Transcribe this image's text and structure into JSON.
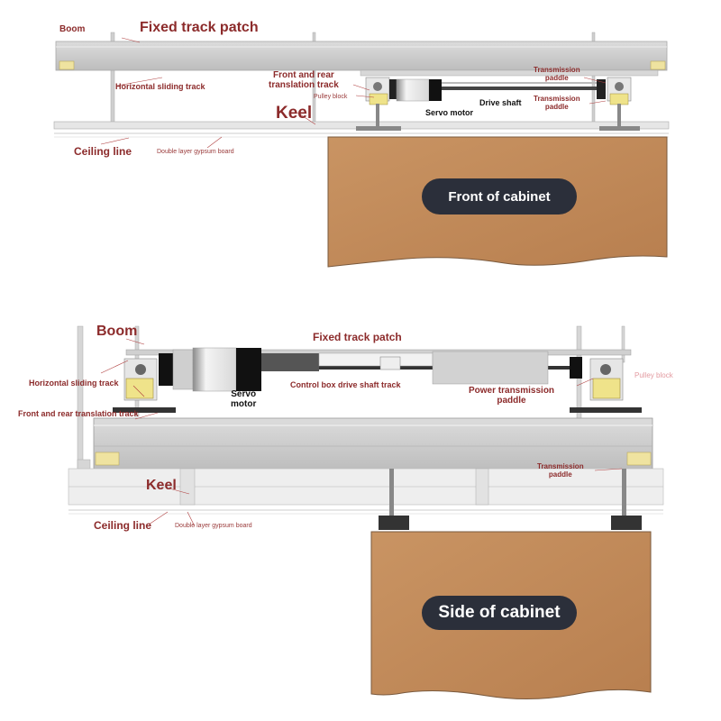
{
  "top": {
    "boom": "Boom",
    "fixed_track_patch": "Fixed track patch",
    "horizontal_sliding_track": "Horizontal sliding track",
    "front_rear_translation_track": [
      "Front and rear",
      "translation track"
    ],
    "pulley_block": "Pulley block",
    "servo_motor": "Servo motor",
    "drive_shaft": "Drive shaft",
    "transmission_paddle_1": [
      "Transmission",
      "paddle"
    ],
    "transmission_paddle_2": [
      "Transmission",
      "paddle"
    ],
    "keel": "Keel",
    "ceiling_line": "Ceiling line",
    "gypsum_board": "Double layer gypsum board",
    "cabinet_label": "Front of cabinet"
  },
  "bottom": {
    "boom": "Boom",
    "fixed_track_patch": "Fixed track patch",
    "horizontal_sliding_track": "Horizontal sliding track",
    "front_rear_translation_track": "Front and rear translation track",
    "servo_motor": [
      "Servo",
      "motor"
    ],
    "control_box_drive_shaft_track": "Control box drive shaft track",
    "power_transmission_paddle": [
      "Power transmission",
      "paddle"
    ],
    "pulley_block": "Pulley block",
    "transmission_paddle": [
      "Transmission",
      "paddle"
    ],
    "keel": "Keel",
    "ceiling_line": "Ceiling line",
    "gypsum_board": "Double layer gypsum board",
    "cabinet_label": "Side of cabinet"
  },
  "colors": {
    "label": "#8c2b2b",
    "cabinet": "#c48a5a",
    "track": "#c9c9c9",
    "pill": "#2b2f3a",
    "yellow_pad": "#efe3a0"
  }
}
